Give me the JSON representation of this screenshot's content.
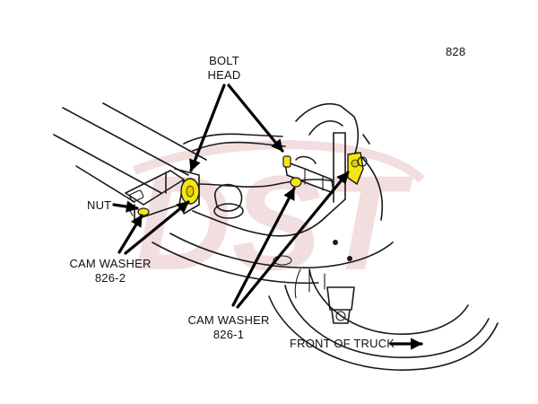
{
  "watermark": "DST",
  "figure_number": "828",
  "labels": {
    "bolt_head_line1": "BOLT",
    "bolt_head_line2": "HEAD",
    "nut": "NUT",
    "cam_washer_left_line1": "CAM WASHER",
    "cam_washer_left_line2": "826-2",
    "cam_washer_right_line1": "CAM WASHER",
    "cam_washer_right_line2": "826-1",
    "front_of_truck": "FRONT OF TRUCK"
  },
  "colors": {
    "highlight_yellow": "#f5e60f",
    "watermark_red": "#f2dede",
    "line_black": "#1a1a1a"
  }
}
